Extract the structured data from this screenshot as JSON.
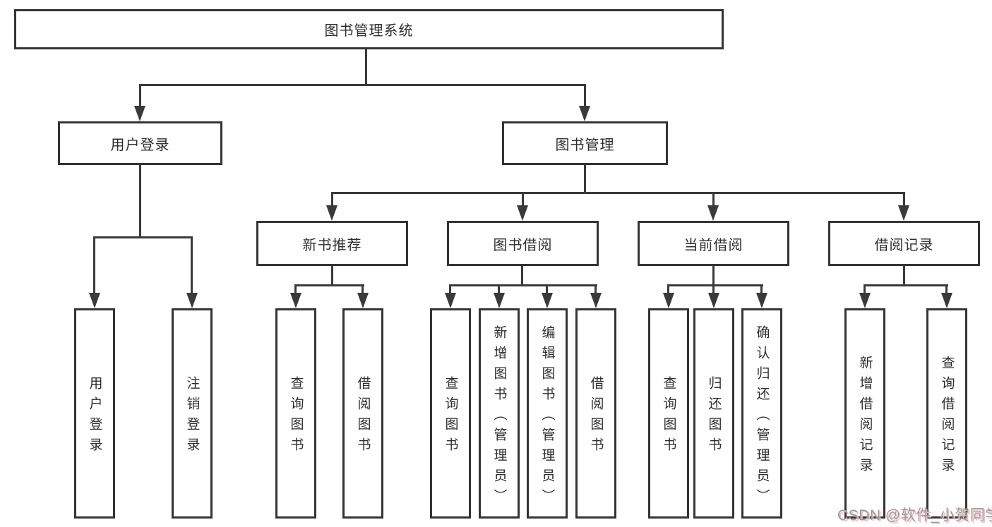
{
  "root": {
    "label": "图书管理系统"
  },
  "branches": {
    "user_login": {
      "label": "用户登录",
      "children": [
        "用户登录",
        "注销登录"
      ]
    },
    "book_mgmt": {
      "label": "图书管理"
    },
    "new_book": {
      "label": "新书推荐",
      "children": [
        "查询图书",
        "借阅图书"
      ]
    },
    "book_borrow": {
      "label": "图书借阅",
      "children": [
        "查询图书",
        "新增图书（管理员）",
        "编辑图书（管理员）",
        "借阅图书"
      ]
    },
    "current_borrow": {
      "label": "当前借阅",
      "children": [
        "查询图书",
        "归还图书",
        "确认归还（管理员）"
      ]
    },
    "borrow_record": {
      "label": "借阅记录",
      "children": [
        "新增借阅记录",
        "查询借阅记录"
      ]
    }
  },
  "watermark": {
    "text": "CSDN @软件_小贺同学"
  },
  "colors": {
    "line": "#3a3a3a",
    "border": "#343434",
    "text": "#2d2d2d",
    "background": "#ffffff",
    "watermark_gray": "#9b9b9b",
    "watermark_pink": "#f3bcc3"
  }
}
